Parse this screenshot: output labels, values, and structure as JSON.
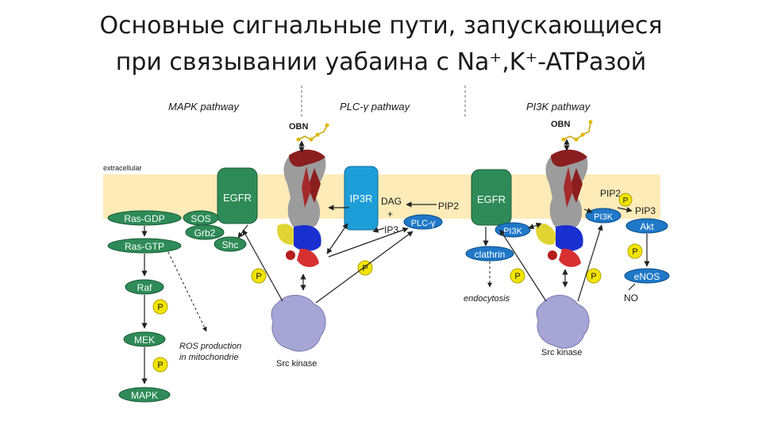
{
  "slide": {
    "title_line1": "Основные сигнальные пути, запускающиеся",
    "title_line2": "при связывании уабаина с Na⁺,K⁺-ATPазой"
  },
  "diagram": {
    "pathways": {
      "mapk": "MAPK pathway",
      "plc": "PLC-γ pathway",
      "pi3k": "PI3K pathway"
    },
    "extracellular": "extracellular",
    "obn": "OBN",
    "egfr": "EGFR",
    "ip3r": "IP3R",
    "ras_gdp": "Ras-GDP",
    "ras_gtp": "Ras-GTP",
    "sos": "SOS",
    "grb2": "Grb2",
    "shc": "Shc",
    "raf": "Raf",
    "mek": "MEK",
    "mapk": "MAPK",
    "ros": "ROS production",
    "ros2": "in mitochondrie",
    "dag": "DAG",
    "plus": "+",
    "ip3": "IP3",
    "pip2": "PIP2",
    "pip3": "PIP3",
    "plcg": "PLC-γ",
    "src": "Src kinase",
    "pi3k": "PI3K",
    "clathrin": "clathrin",
    "endocytosis": "endocytosis",
    "akt": "Akt",
    "enos": "eNOS",
    "no": "NO",
    "p": "P",
    "colors": {
      "membrane": "#fdebb8",
      "egfr": "#2e8b57",
      "ip3r": "#1e9ed8",
      "node": "#2e8b57",
      "blue_node": "#1f78c8",
      "phospho": "#f2e400"
    }
  }
}
